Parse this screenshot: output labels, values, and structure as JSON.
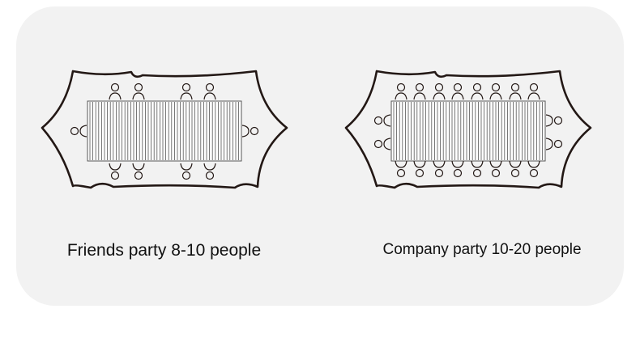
{
  "options": [
    {
      "caption": "Friends party 8-10 people",
      "top_seats": 4,
      "bottom_seats": 4,
      "left_seats": 1,
      "right_seats": 1
    },
    {
      "caption": "Company party 10-20 people",
      "top_seats": 8,
      "bottom_seats": 8,
      "left_seats": 2,
      "right_seats": 2
    }
  ],
  "colors": {
    "panel": "#f2f2f2",
    "outline": "#231815",
    "text": "#111111"
  },
  "icons": [
    "person-seat-icon",
    "table-icon",
    "room-outline-icon"
  ]
}
